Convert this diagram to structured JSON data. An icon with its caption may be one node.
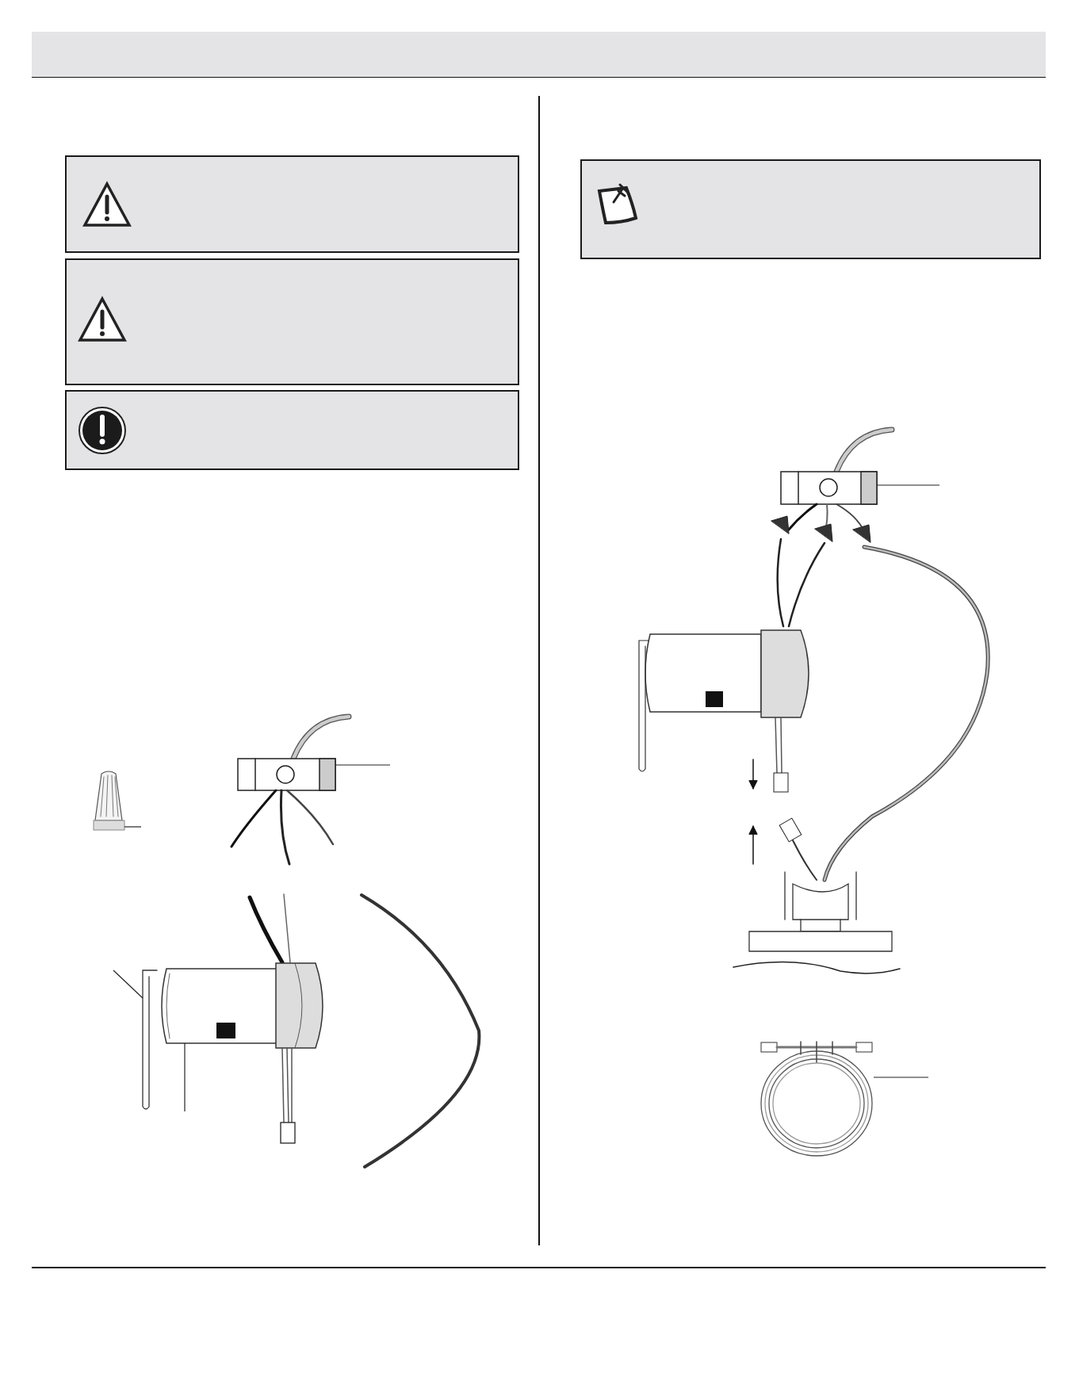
{
  "diagram": {
    "nodes": [
      {
        "text": [],
        "shape": "bar"
      },
      {
        "text": [],
        "shape": "box"
      },
      {
        "text": [],
        "shape": "box"
      },
      {
        "text": [],
        "shape": "box"
      },
      {
        "text": [],
        "shape": "box"
      },
      {
        "text": [],
        "shape": "picture"
      },
      {
        "text": [],
        "shape": "picture"
      },
      {
        "text": [],
        "shape": "picture"
      },
      {
        "text": [],
        "shape": "picture"
      },
      {
        "text": [],
        "shape": "picture"
      },
      {
        "text": [],
        "shape": "picture"
      }
    ],
    "edges": [
      {
        "from": null,
        "to": 5,
        "arrow": "none"
      },
      {
        "from": null,
        "to": 6,
        "arrow": "none"
      },
      {
        "from": null,
        "to": 7,
        "arrow": "none"
      },
      {
        "from": null,
        "to": 8,
        "arrow": "none"
      },
      {
        "from": null,
        "to": 9,
        "arrow": "none"
      },
      {
        "from": null,
        "to": 10,
        "arrow": "none"
      }
    ]
  }
}
